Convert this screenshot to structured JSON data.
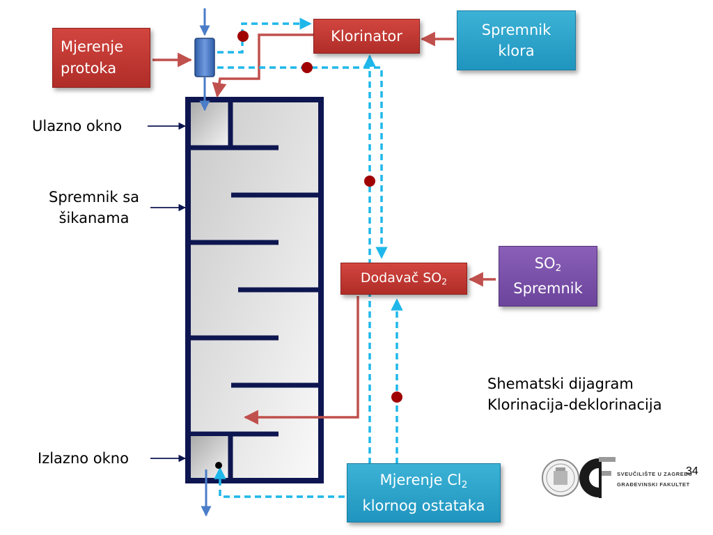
{
  "boxes": {
    "flow_measurement": [
      "Mjerenje",
      "protoka"
    ],
    "chlorinator": "Klorinator",
    "chlorine_tank": [
      "Spremnik",
      "klora"
    ],
    "so2_dosing": {
      "text": "Dodavač SO",
      "sub": "2"
    },
    "so2_tank": {
      "line1_text": "SO",
      "line1_sub": "2",
      "line2": "Spremnik"
    },
    "residual_measurement": {
      "line1_text": "Mjerenje Cl",
      "line1_sub": "2",
      "line2": "klornog ostataka"
    }
  },
  "labels": {
    "inlet": "Ulazno okno",
    "tank": [
      "Spremnik sa",
      "šikanama"
    ],
    "outlet": "Izlazno okno"
  },
  "note": [
    "Shematski dijagram",
    "Klorinacija-deklorinacija"
  ],
  "logo": [
    "SVEUČILIŠTE U ZAGREBU",
    "GRAĐEVINSKI FAKULTET"
  ],
  "page_number": "34",
  "colors": {
    "tank_border": "#0d1650",
    "signal_line": "#1fb7ea",
    "feed_line": "#c0504d",
    "flow_arrow": "#4a7cc8",
    "box_red": "#c0392b",
    "box_teal": "#2aa3cc",
    "box_purple": "#7b52ab",
    "dot": "#a00000"
  }
}
